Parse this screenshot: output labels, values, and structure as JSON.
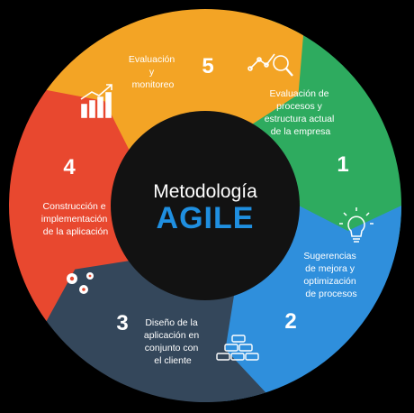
{
  "diagram": {
    "center": {
      "line1": "Metodología",
      "line2": "AGILE"
    },
    "colors": {
      "background": "#000000",
      "hub": "#121212",
      "agile_text": "#1f8fe0",
      "step1": "#2eab5f",
      "step2": "#2f8fdc",
      "step3": "#34475b",
      "step4": "#e8482f",
      "step5": "#f3a425"
    },
    "steps": [
      {
        "number": "1",
        "lines": [
          "Evaluación de",
          "procesos y",
          "estructura actual",
          "de la empresa"
        ],
        "icon": "magnifier-chart-icon"
      },
      {
        "number": "2",
        "lines": [
          "Sugerencias",
          "de mejora y",
          "optimización",
          "de procesos"
        ],
        "icon": "lightbulb-icon"
      },
      {
        "number": "3",
        "lines": [
          "Diseño de la",
          "aplicación en",
          "conjunto con",
          "el cliente"
        ],
        "icon": "bricks-icon"
      },
      {
        "number": "4",
        "lines": [
          "Construcción e",
          "implementación",
          "de la aplicación"
        ],
        "icon": "gears-icon"
      },
      {
        "number": "5",
        "lines": [
          "Evaluación",
          "y",
          "monitoreo"
        ],
        "icon": "growth-chart-icon"
      }
    ]
  }
}
